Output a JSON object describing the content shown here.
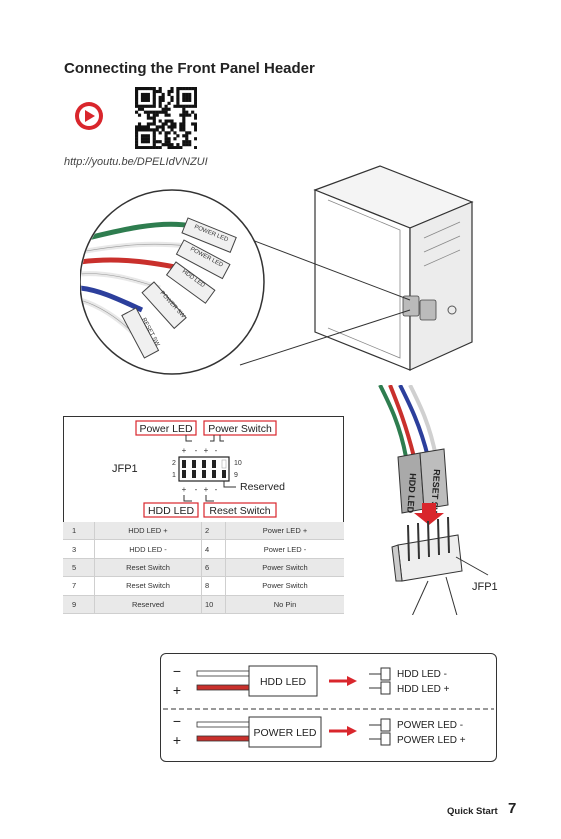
{
  "page": {
    "title": "Connecting the Front Panel Header",
    "video_url": "http://youtu.be/DPELIdVNZUI",
    "footer": {
      "section": "Quick Start",
      "page_number": "7"
    }
  },
  "connectors_photo": {
    "plugs": [
      "POWER LED",
      "POWER LED",
      "HDD LED",
      "POWER SW",
      "RESET SW"
    ],
    "signs": [
      "+",
      "-",
      "+",
      "-"
    ]
  },
  "header_diagram": {
    "power_led_label": "Power LED",
    "power_switch_label": "Power Switch",
    "hdd_led_label": "HDD LED",
    "reset_switch_label": "Reset Switch",
    "reserved_label": "Reserved",
    "header_name": "JFP1",
    "pin_2": "2",
    "pin_1": "1",
    "pin_10": "10",
    "pin_9": "9",
    "top_signs": [
      "+",
      "-",
      "+",
      "-"
    ],
    "bottom_signs": [
      "+",
      "-",
      "+",
      "-"
    ]
  },
  "pin_table": {
    "rows": [
      {
        "pin_a": "1",
        "signal_a": "HDD LED +",
        "pin_b": "2",
        "signal_b": "Power LED +"
      },
      {
        "pin_a": "3",
        "signal_a": "HDD LED -",
        "pin_b": "4",
        "signal_b": "Power LED -"
      },
      {
        "pin_a": "5",
        "signal_a": "Reset Switch",
        "pin_b": "6",
        "signal_b": "Power Switch"
      },
      {
        "pin_a": "7",
        "signal_a": "Reset Switch",
        "pin_b": "8",
        "signal_b": "Power Switch"
      },
      {
        "pin_a": "9",
        "signal_a": "Reserved",
        "pin_b": "10",
        "signal_b": "No Pin"
      }
    ]
  },
  "install_diagram": {
    "plug_left": "HDD LED",
    "plug_right": "RESET SW",
    "header_name": "JFP1"
  },
  "wiring": {
    "hdd": {
      "label": "HDD LED",
      "minus": "−",
      "plus": "+",
      "out_minus": "HDD LED -",
      "out_plus": "HDD LED +"
    },
    "power": {
      "label": "POWER LED",
      "minus": "−",
      "plus": "+",
      "out_minus": "POWER LED -",
      "out_plus": "POWER LED +"
    }
  },
  "colors": {
    "accent_red": "#d9262c",
    "wire_green": "#2e7d4f",
    "wire_red": "#c9302c",
    "wire_blue": "#2c3f9c",
    "wire_white": "#e8e8e8"
  },
  "icons": [
    "play-icon",
    "qr-code-icon",
    "arrow-right-icon"
  ]
}
